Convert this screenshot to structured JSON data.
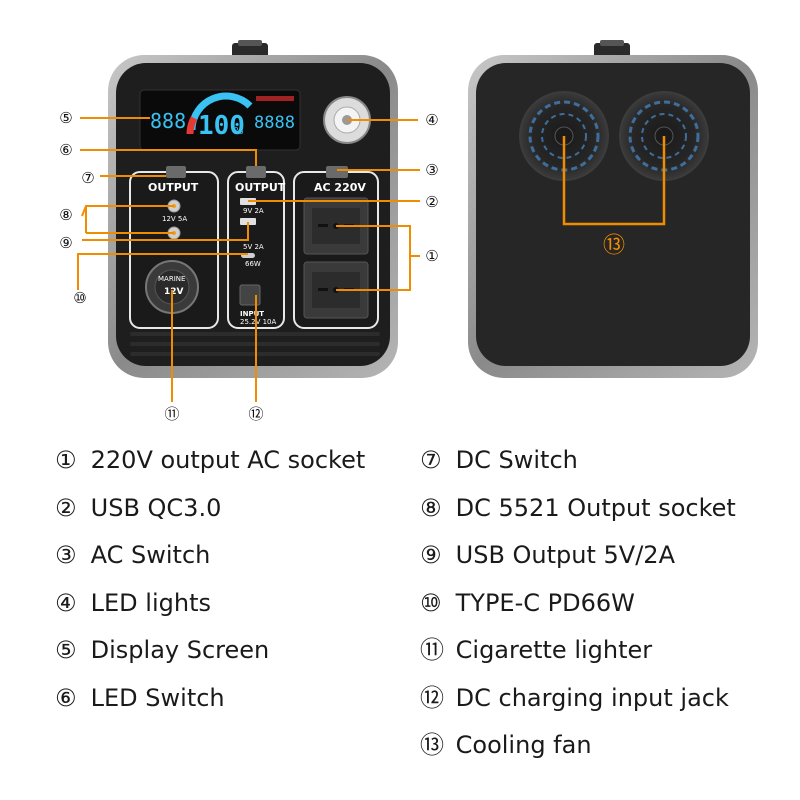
{
  "device_labels": {
    "output_left": "OUTPUT",
    "dc_spec": "12V 5A",
    "output_usb": "OUTPUT",
    "usb_spec_1": "9V 2A",
    "usb_spec_2": "5V 2A",
    "typec_spec": "66W",
    "ac_panel": "AC 220V",
    "input": "INPUT",
    "input_spec": "25.2V 10A",
    "lighter_brand": "MARINE",
    "lighter_voltage": "12V",
    "display_left": "888",
    "display_pct": "100",
    "display_pct_unit": "%",
    "display_right": "8888"
  },
  "callouts": {
    "n1": "①",
    "n2": "②",
    "n3": "③",
    "n4": "④",
    "n5": "⑤",
    "n6": "⑥",
    "n7": "⑦",
    "n8": "⑧",
    "n9": "⑨",
    "n10": "⑩",
    "n11": "⑪",
    "n12": "⑫",
    "n13": "⑬"
  },
  "legend_left": [
    {
      "num": "①",
      "text": "220V output AC socket"
    },
    {
      "num": "②",
      "text": "USB QC3.0"
    },
    {
      "num": "③",
      "text": "AC Switch"
    },
    {
      "num": "④",
      "text": "LED lights"
    },
    {
      "num": "⑤",
      "text": "Display Screen"
    },
    {
      "num": "⑥",
      "text": "LED Switch"
    }
  ],
  "legend_right": [
    {
      "num": "⑦",
      "text": "DC Switch"
    },
    {
      "num": "⑧",
      "text": "DC 5521 Output socket"
    },
    {
      "num": "⑨",
      "text": "USB Output 5V/2A"
    },
    {
      "num": "⑩",
      "text": "TYPE-C PD66W"
    },
    {
      "num": "⑪",
      "text": "Cigarette lighter"
    },
    {
      "num": "⑫",
      "text": "DC charging input jack"
    },
    {
      "num": "⑬",
      "text": "Cooling fan"
    }
  ],
  "colors": {
    "callout_line": "#f08c00",
    "fan_callout": "#f08c00",
    "body_frame": "#8e8e8e",
    "body_face": "#1c1c1c",
    "display_cyan": "#39c2f2"
  }
}
